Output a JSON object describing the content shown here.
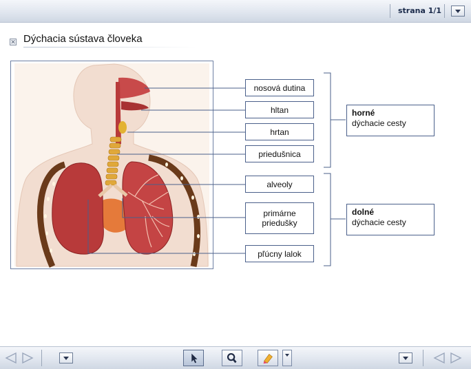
{
  "toolbar_top": {
    "page_label": "strana  1/1"
  },
  "title": "Dýchacia sústava človeka",
  "labels": {
    "nasal_cavity": "nosová dutina",
    "pharynx": "hltan",
    "larynx": "hrtan",
    "trachea": "priedušnica",
    "alveoli": "alveoly",
    "bronchi_line1": "primárne",
    "bronchi_line2": "priedušky",
    "lobe": "pľúcny lalok"
  },
  "groups": {
    "upper_line1": "horné",
    "upper_line2": "dýchacie cesty",
    "lower_line1": "dolné",
    "lower_line2": "dýchacie cesty"
  },
  "icons": {
    "prev": "triangle-left-icon",
    "next": "triangle-right-icon",
    "dropdown": "chevron-down-icon",
    "pointer": "cursor-arrow-icon",
    "zoom": "magnifier-icon",
    "pen": "highlighter-icon"
  },
  "colors": {
    "accent": "#4a5f8a",
    "toolbar": "#dfe5ee",
    "organ_red": "#b83a3a",
    "skin": "#f2ddd0"
  }
}
